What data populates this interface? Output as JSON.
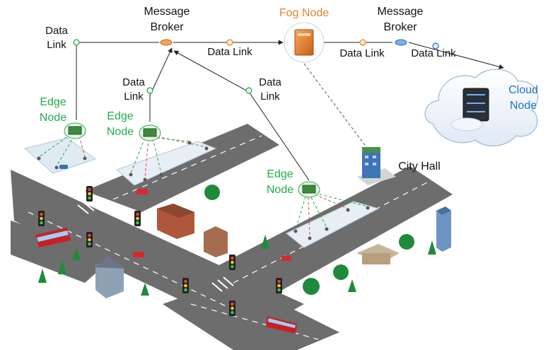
{
  "labels": {
    "broker_left": [
      "Message",
      "Broker"
    ],
    "broker_right": [
      "Message",
      "Broker"
    ],
    "fog_node": "Fog Node",
    "cloud_node": [
      "Cloud",
      "Node"
    ],
    "city_hall": "City Hall",
    "edge_node": [
      "Edge",
      "Node"
    ],
    "data_link": [
      "Data",
      "Link"
    ],
    "data_link_inline": "Data Link"
  },
  "colors": {
    "edge": "#1fae4b",
    "fog": "#e9822b",
    "cloud": "#1f72c6",
    "road": "#6f6f6f",
    "sidewalk": "#cfd6dc",
    "tree": "#1f8a3b"
  },
  "icons": [
    "message-broker-icon",
    "fog-server-icon",
    "cloud-server-icon",
    "edge-node-icon",
    "traffic-light-icon",
    "bus-icon",
    "car-icon",
    "tree-icon",
    "building-icon",
    "city-hall-icon",
    "sensor-icon"
  ]
}
